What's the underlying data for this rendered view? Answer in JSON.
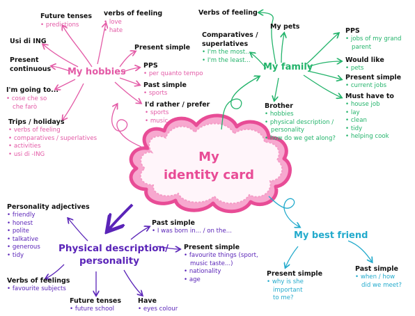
{
  "center": {
    "line1": "My",
    "line2": "identity card"
  },
  "hobbies": {
    "title": "My hobbies",
    "future_tenses": {
      "heading": "Future tenses",
      "items": [
        "predictions"
      ]
    },
    "verbs_of_feeling": {
      "heading": "verbs of feeling",
      "items": [
        "love",
        "hate"
      ]
    },
    "usi_di_ing": {
      "heading": "Usi di ING"
    },
    "present_simple": {
      "heading": "Present simple"
    },
    "present_continuous": {
      "heading": "Present continuous",
      "line1": "Present",
      "line2": "continuous"
    },
    "pps": {
      "heading": "PPS",
      "items": [
        "per quanto tempo"
      ]
    },
    "going_to": {
      "heading": "I'm going to...",
      "items": [
        "cose che so",
        "che farò"
      ]
    },
    "past_simple": {
      "heading": "Past simple",
      "items": [
        "sports"
      ]
    },
    "rather_prefer": {
      "heading": "I'd rather / prefer",
      "items": [
        "sports",
        "music"
      ]
    },
    "trips": {
      "heading": "Trips / holidays",
      "items": [
        "verbs of feeling",
        "comparatives / superlatives",
        "activities",
        "usi di -ING"
      ]
    }
  },
  "family": {
    "title": "My family",
    "verbs_of_feeling": {
      "heading": "Verbs of feeling"
    },
    "pets": {
      "heading": "My pets"
    },
    "comparatives": {
      "line1": "Comparatives /",
      "line2": "superlatives",
      "items": [
        "I'm the most...",
        "I'm the least..."
      ]
    },
    "pps": {
      "heading": "PPS",
      "items": [
        "jobs of my grand",
        "parent"
      ]
    },
    "would_like": {
      "heading": "Would like",
      "items": [
        "pets"
      ]
    },
    "present_simple": {
      "heading": "Present simple",
      "items": [
        "current jobs"
      ]
    },
    "must_have_to": {
      "heading": "Must have to",
      "items": [
        "house job",
        "lay",
        "clean",
        "tidy",
        "helping cook"
      ]
    },
    "brother": {
      "heading": "Brother",
      "items": [
        "hobbies",
        "physical description /",
        "personality",
        "how do we get along?"
      ]
    }
  },
  "physical": {
    "title_line1": "Physical description/",
    "title_line2": "personality",
    "personality_adjectives": {
      "heading": "Personality adjectives",
      "items": [
        "friendly",
        "honest",
        "polite",
        "talkative",
        "generous",
        "tidy"
      ]
    },
    "past_simple": {
      "heading": "Past simple",
      "items": [
        "I was born in... / on the..."
      ]
    },
    "present_simple": {
      "heading": "Present simple",
      "items": [
        "favourite things (sport,",
        "music taste...)",
        "nationality",
        "age"
      ]
    },
    "verbs_of_feelings": {
      "heading": "Verbs of feelings",
      "items": [
        "favourite subjects"
      ]
    },
    "future_tenses": {
      "heading": "Future tenses",
      "items": [
        "future school"
      ]
    },
    "have": {
      "heading": "Have",
      "items": [
        "eyes colour"
      ]
    }
  },
  "friend": {
    "title": "My best friend",
    "present_simple": {
      "heading": "Present simple",
      "items": [
        "why is she",
        "important",
        "to me?"
      ]
    },
    "past_simple": {
      "heading": "Past simple",
      "items": [
        "when / how",
        "did we meet?"
      ]
    }
  },
  "colors": {
    "pink": "#e35aa6",
    "green": "#22b36a",
    "purple": "#5a24b8",
    "cyan": "#22aacc",
    "cloud_outline": "#e84c96",
    "cloud_fill": "#f7a8cf"
  }
}
